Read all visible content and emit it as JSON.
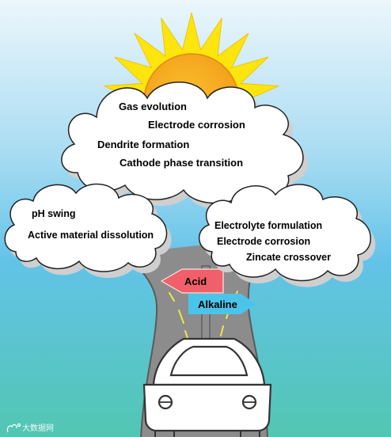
{
  "clouds": {
    "top": {
      "items": [
        "Gas evolution",
        "Electrode corrosion",
        "Dendrite formation",
        "Cathode phase transition"
      ]
    },
    "left": {
      "items": [
        "pH swing",
        "Active material dissolution"
      ]
    },
    "right": {
      "items": [
        "Electrolyte formulation",
        "Electrode corrosion",
        "Zincate crossover"
      ]
    }
  },
  "signs": {
    "acid": {
      "label": "Acid",
      "color": "#f0606a"
    },
    "alkaline": {
      "label": "Alkaline",
      "color": "#4cc4ea"
    }
  },
  "watermark": {
    "text": "大数据网"
  },
  "colors": {
    "sky_top": "#eaf5fb",
    "sky_bottom": "#55c7b8",
    "sun": "#ffe40f",
    "sun_core": "#f5a623",
    "road": "#8b8b8b",
    "road_line": "#f3e34a",
    "cloud": "#ffffff",
    "cloud_shadow": "#d3d3d3"
  }
}
